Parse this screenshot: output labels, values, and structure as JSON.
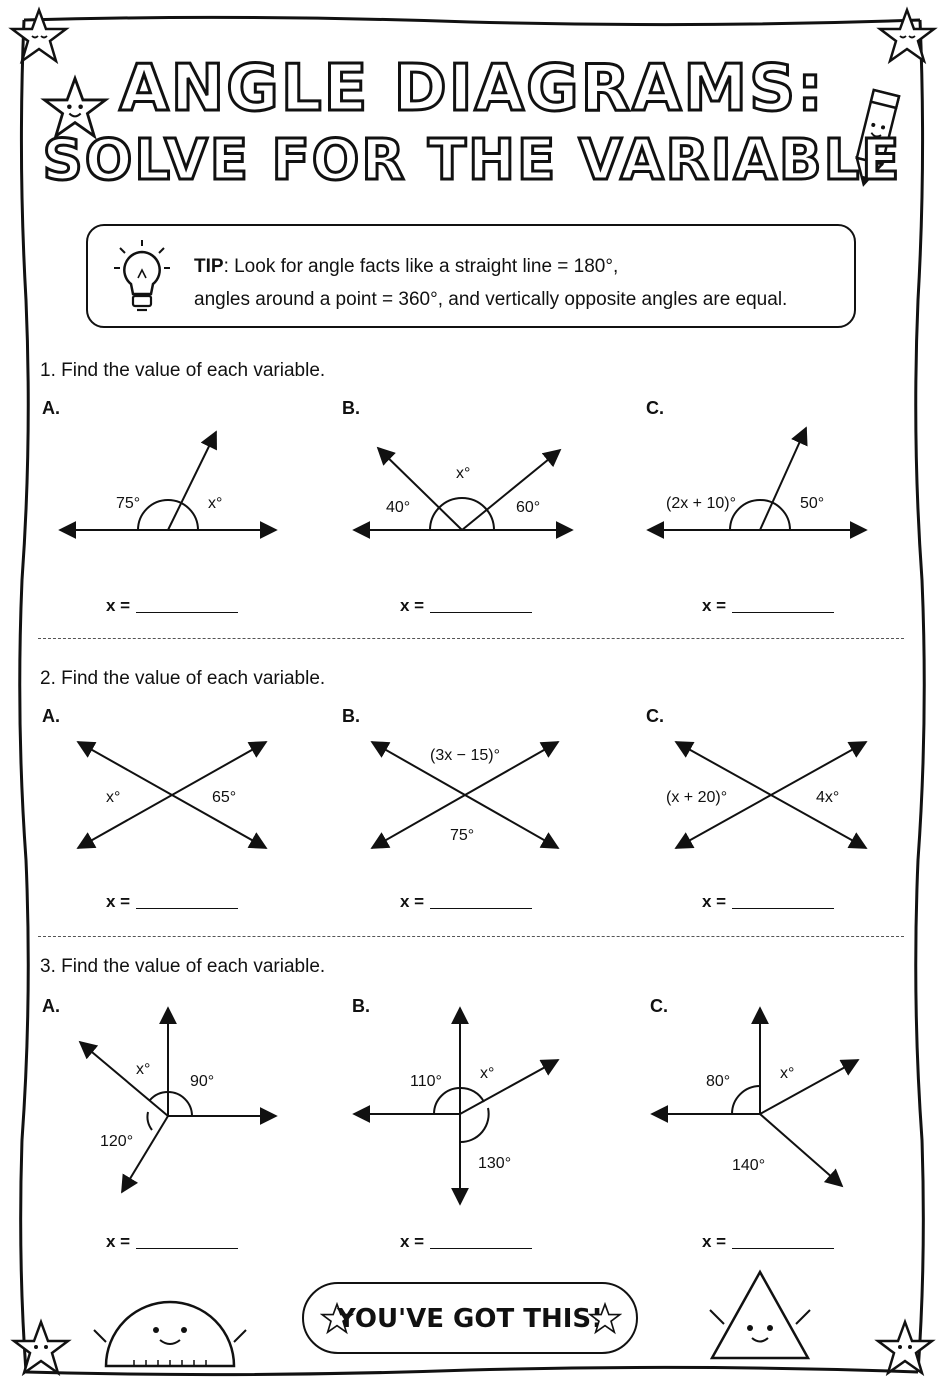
{
  "title": {
    "line1": "Angle Diagrams:",
    "line2": "Solve for the Variable"
  },
  "tip": {
    "label": "TIP",
    "line1": ": Look for angle facts like a straight line = 180°,",
    "line2": "angles around a point = 360°, and vertically opposite angles are equal."
  },
  "questions": [
    {
      "prompt": "1. Find the value of each variable.",
      "parts": [
        {
          "letter": "A.",
          "labels": [
            "75°",
            "x°"
          ],
          "answer": "x ="
        },
        {
          "letter": "B.",
          "labels": [
            "x°",
            "40°",
            "60°"
          ],
          "answer": "x ="
        },
        {
          "letter": "C.",
          "labels": [
            "(2x + 10)°",
            "50°"
          ],
          "answer": "x ="
        }
      ]
    },
    {
      "prompt": "2. Find the value of each variable.",
      "parts": [
        {
          "letter": "A.",
          "labels": [
            "x°",
            "65°"
          ],
          "answer": "x ="
        },
        {
          "letter": "B.",
          "labels": [
            "(3x − 15)°",
            "75°"
          ],
          "answer": "x ="
        },
        {
          "letter": "C.",
          "labels": [
            "(x + 20)°",
            "4x°"
          ],
          "answer": "x ="
        }
      ]
    },
    {
      "prompt": "3. Find the value of each variable.",
      "parts": [
        {
          "letter": "A.",
          "labels": [
            "x°",
            "90°",
            "120°"
          ],
          "answer": "x ="
        },
        {
          "letter": "B.",
          "labels": [
            "110°",
            "x°",
            "130°"
          ],
          "answer": "x ="
        },
        {
          "letter": "C.",
          "labels": [
            "80°",
            "x°",
            "140°"
          ],
          "answer": "x ="
        }
      ]
    }
  ],
  "footer": {
    "message": "YOU'VE GOT THIS!"
  },
  "icons": [
    "star-icon",
    "lightbulb-icon",
    "pencil-icon",
    "protractor-icon",
    "triangle-icon"
  ]
}
